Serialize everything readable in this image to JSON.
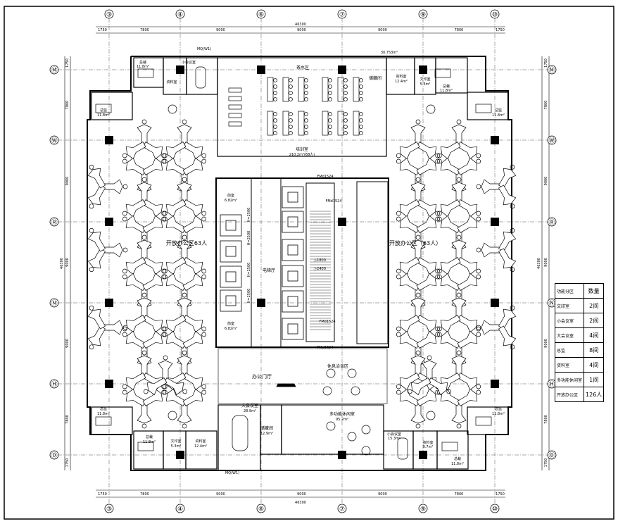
{
  "drawing": {
    "column_labels": [
      "③",
      "④",
      "⑥",
      "⑦",
      "⑨",
      "⑩"
    ],
    "row_labels": [
      "Ⓜ",
      "Ⓦ",
      "Ⓡ",
      "Ⓝ",
      "Ⓗ",
      "Ⓓ"
    ],
    "top_dims": [
      "1750",
      "7800",
      "9000",
      "9000",
      "9000",
      "7800",
      "1750"
    ],
    "bottom_dims": [
      "1750",
      "7800",
      "9000",
      "9000",
      "9000",
      "7800",
      "1750"
    ],
    "overall_width": "46300",
    "side_dims": [
      "1750",
      "7800",
      "9000",
      "9000",
      "9000",
      "7800",
      "1750"
    ],
    "overall_height": "46300"
  },
  "rooms": {
    "training_room": "培训室",
    "training_area": "210.2m²(68人)",
    "tea_area": "茶水区",
    "storage": "储藏间",
    "open_office_left": "开放办公区63人",
    "open_office_right": "开放办公区（63人）",
    "elevator_hall": "电梯厅",
    "lift_lobby_a": "前室",
    "lift_lobby_a_area": "6.82m²",
    "lift_lobby_b": "前室",
    "lift_lobby_b_area": "6.82m²",
    "office_lobby": "办公门厅",
    "waiting_area": "休息洽谈区",
    "large_meeting": "大会议室",
    "large_meeting_area": "28.9m²",
    "multi_activity": "多功能休闲室",
    "multi_activity_area": "95.2m²",
    "storage_room": "储藏间",
    "storage_room_area": "12.9m²",
    "small_meeting": "小会议室",
    "small_meeting_area": "15.3m²",
    "archive_right": "资料室",
    "archive_right_area": "9.7m²",
    "gm_top_left": "总裁",
    "gm_top_left_area": "11.8m²",
    "archive_top_left": "资料室",
    "small_meeting_top": "小会议室",
    "gm_left_upper": "总监",
    "gm_left_upper_area": "11.8m²",
    "gm_left_lower": "总监",
    "gm_left_lower_area": "11.8m²",
    "gm_bottom_left": "总裁",
    "gm_bottom_left_area": "11.8m²",
    "print_bottom_left": "文印室",
    "print_bottom_left_area": "5.3m²",
    "archive_bottom_left": "资料室",
    "archive_bottom_left_area": "12.4m²",
    "archive_top_right": "资料室",
    "archive_top_right_area": "12.4m²",
    "print_top_right": "文印室",
    "print_top_right_area": "5.3m²",
    "gm_top_right": "总裁",
    "gm_top_right_area": "11.8m²",
    "gm_right_upper": "总监",
    "gm_right_upper_area": "11.8m²",
    "gm_right_lower": "总监",
    "gm_right_lower_area": "11.8m²",
    "gm_bottom_right": "总裁",
    "gm_bottom_right_area": "11.8m²",
    "fire_door_1": "FMd1524",
    "fire_door_2": "FMd1524",
    "fire_door_3": "FMd1524",
    "fire_door_4": "FMd1524",
    "h_label": "H=2500",
    "h1800": "J-1800",
    "h2400": "J-2400",
    "top_window": "MQ(W1)",
    "bottom_window": "MQ(W1)",
    "top_dim_small": "30.753m²"
  },
  "legend": {
    "header": [
      "功能分区",
      "数量"
    ],
    "rows": [
      [
        "文印室",
        "2间"
      ],
      [
        "小会议室",
        "2间"
      ],
      [
        "大会议室",
        "4间"
      ],
      [
        "总监",
        "8间"
      ],
      [
        "资料室",
        "4间"
      ],
      [
        "多功能休闲室",
        "1间"
      ],
      [
        "开放办公区",
        "126人"
      ]
    ]
  }
}
